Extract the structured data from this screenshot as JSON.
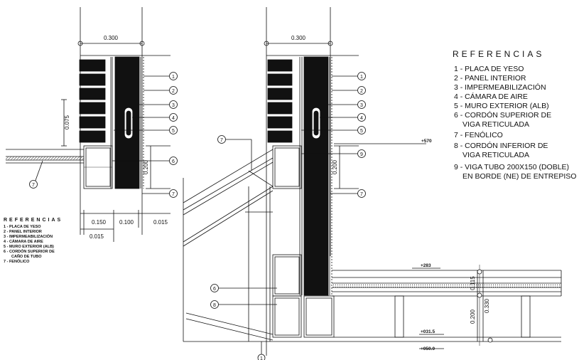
{
  "dimensions": {
    "left_width": "0.300",
    "right_width": "0.300",
    "left_side_height": "0.075",
    "left_beam_height": "0.200",
    "right_beam_height": "0.200",
    "bottom_a": "0.150",
    "bottom_b": "0.100",
    "bottom_c": "0.015",
    "bottom_d": "0.015",
    "slab_thickness": "0.115",
    "lower_beam_height": "0.200",
    "total_height": "0.330"
  },
  "levels": {
    "top": "+570",
    "slab": "+283",
    "lower_a": "+031.5",
    "lower_b": "+050.0"
  },
  "bubbles": [
    "1",
    "2",
    "3",
    "4",
    "5",
    "6",
    "7",
    "8",
    "9"
  ],
  "references_main": {
    "title": "REFERENCIAS",
    "items": [
      "1 - PLACA DE YESO",
      "2 - PANEL INTERIOR",
      "3 - IMPERMEABILIZACIÓN",
      "4 - CÁMARA DE AIRE",
      "5 - MURO EXTERIOR (ALB)",
      "6 - CORDÓN SUPERIOR DE",
      "VIGA RETICULADA",
      "7 - FENÓLICO",
      "8 - CORDÓN INFERIOR DE",
      "VIGA RETICULADA",
      "9 - VIGA TUBO 200X150 (DOBLE)",
      "EN BORDE (NE) DE ENTREPISO"
    ]
  },
  "references_small": {
    "title": "REFERENCIAS",
    "items": [
      "1 - PLACA DE YESO",
      "2 - PANEL INTERIOR",
      "3 - IMPERMEABILIZACIÓN",
      "4 - CÁMARA DE AIRE",
      "5 - MURO EXTERIOR (ALB)",
      "6 - CORDÓN SUPERIOR DE",
      "CAÑO DE TUBO",
      "7 - FENÓLICO"
    ]
  }
}
